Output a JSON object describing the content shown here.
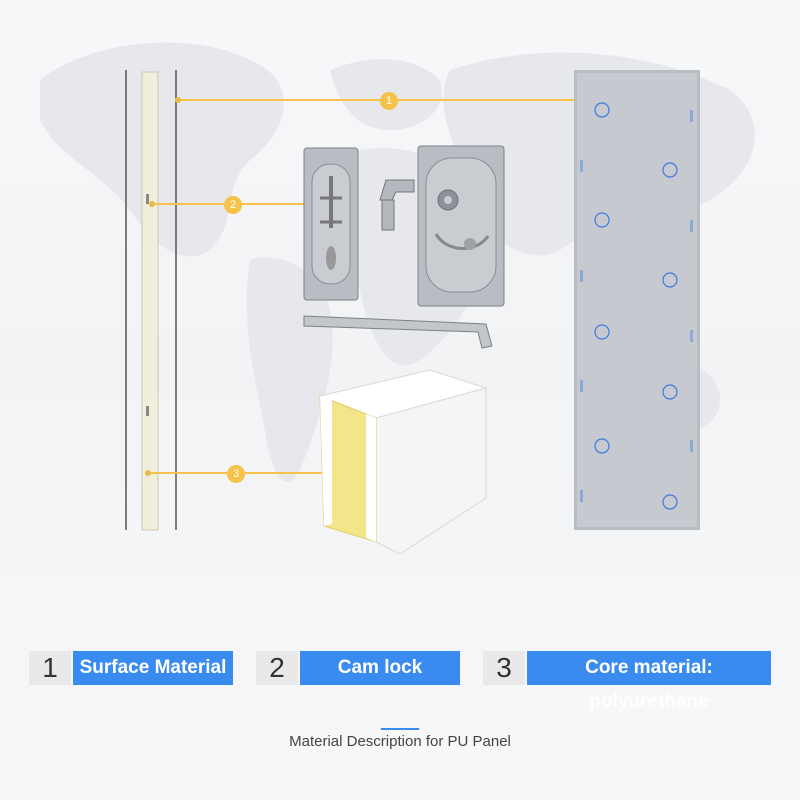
{
  "legend": [
    {
      "number": "1",
      "label": "Surface Material"
    },
    {
      "number": "2",
      "label": "Cam lock"
    },
    {
      "number": "3",
      "label": "Core material: polyurethane"
    }
  ],
  "markers": [
    "1",
    "2",
    "3"
  ],
  "caption": "Material Description for PU Panel",
  "colors": {
    "accent": "#3a8bf0",
    "marker": "#f5c34a",
    "foam": "#f3e58a"
  }
}
